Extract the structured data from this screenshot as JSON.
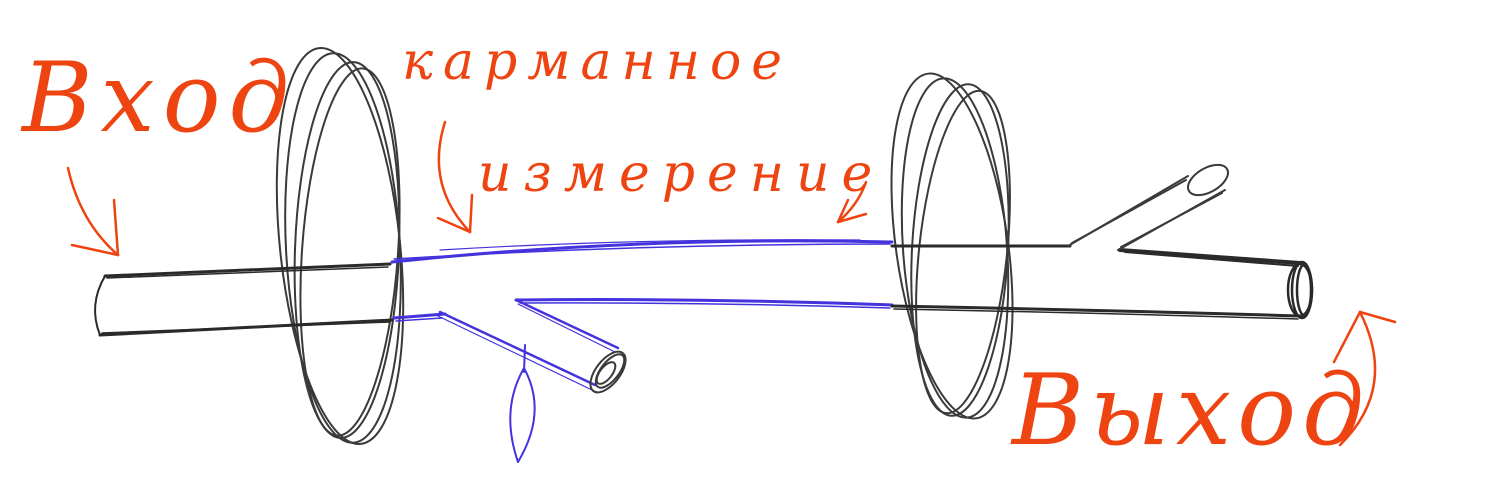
{
  "labels": {
    "entrance": "Вход",
    "pocket": "карманное",
    "measurement": "измерение",
    "exit": "Выход"
  },
  "colors": {
    "label": "#ee4411",
    "pipe_outline": "#3a3a3a",
    "pocket_dimension": "#4433dd",
    "background": "#ffffff"
  }
}
